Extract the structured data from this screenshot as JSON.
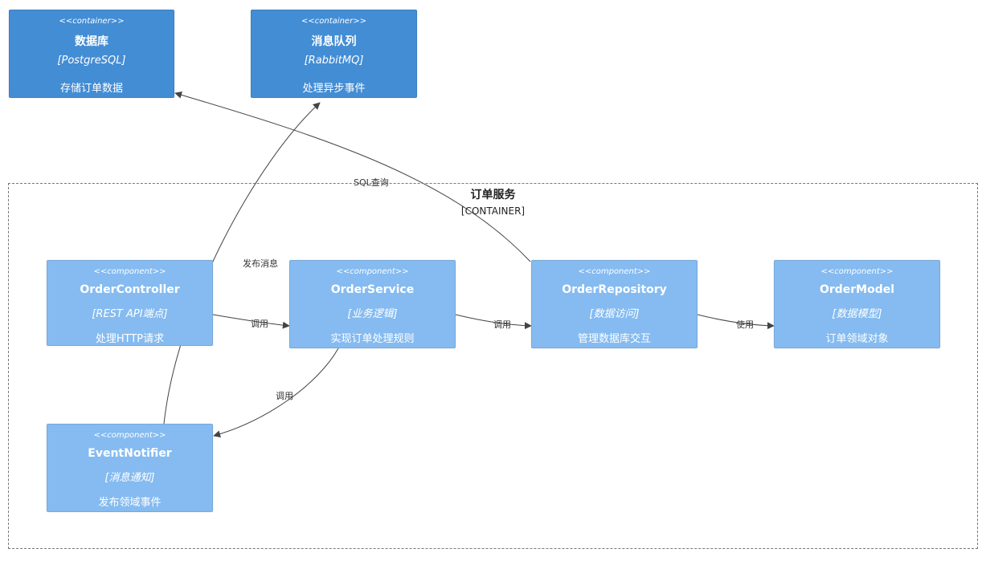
{
  "boundary": {
    "title": "订单服务",
    "type": "[CONTAINER]"
  },
  "containers": {
    "database": {
      "stereotype": "<<container>>",
      "name": "数据库",
      "tech": "[PostgreSQL]",
      "desc": "存储订单数据"
    },
    "mq": {
      "stereotype": "<<container>>",
      "name": "消息队列",
      "tech": "[RabbitMQ]",
      "desc": "处理异步事件"
    }
  },
  "components": {
    "controller": {
      "stereotype": "<<component>>",
      "name": "OrderController",
      "tech": "[REST API端点]",
      "desc": "处理HTTP请求"
    },
    "service": {
      "stereotype": "<<component>>",
      "name": "OrderService",
      "tech": "[业务逻辑]",
      "desc": "实现订单处理规则"
    },
    "repository": {
      "stereotype": "<<component>>",
      "name": "OrderRepository",
      "tech": "[数据访问]",
      "desc": "管理数据库交互"
    },
    "model": {
      "stereotype": "<<component>>",
      "name": "OrderModel",
      "tech": "[数据模型]",
      "desc": "订单领域对象"
    },
    "notifier": {
      "stereotype": "<<component>>",
      "name": "EventNotifier",
      "tech": "[消息通知]",
      "desc": "发布领域事件"
    }
  },
  "relations": {
    "sql_query": "SQL查询",
    "publish_message": "发布消息",
    "controller_to_service": "调用",
    "service_to_repository": "调用",
    "repository_to_model": "使用",
    "service_to_notifier": "调用"
  },
  "colors": {
    "container": "#438dd5",
    "component": "#85bbf0",
    "edge": "#444444"
  }
}
